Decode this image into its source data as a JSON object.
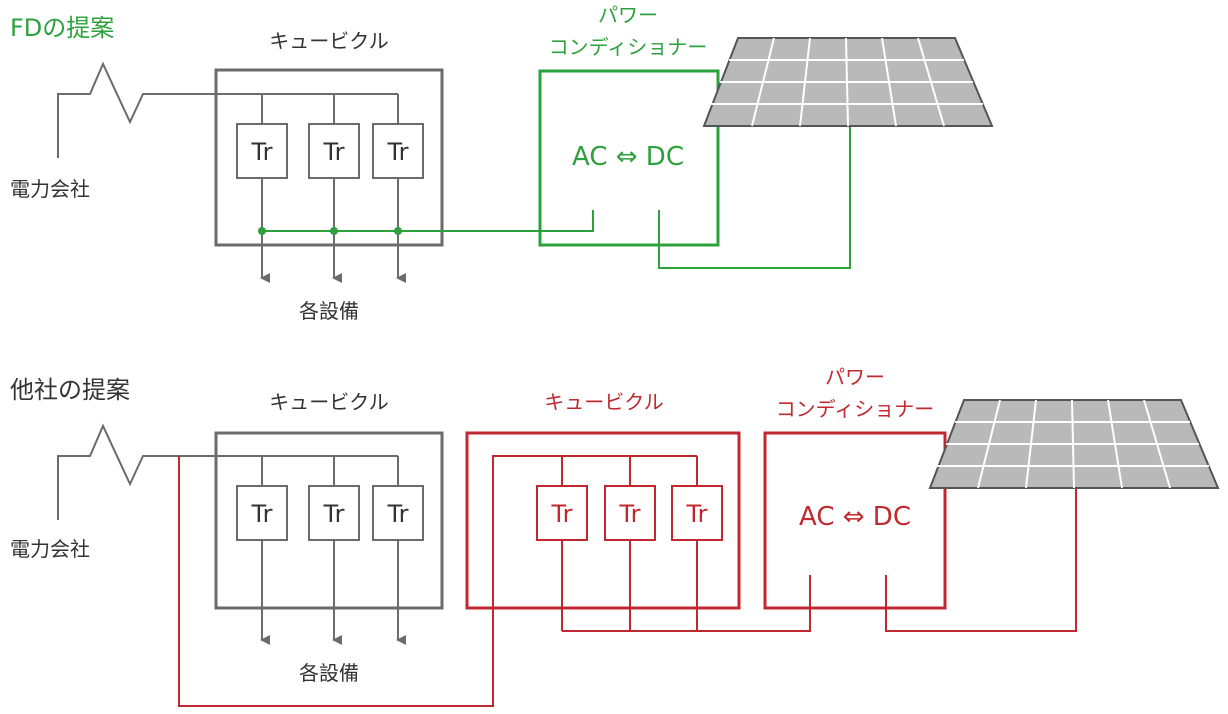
{
  "colors": {
    "fd": "#2ca13c",
    "other": "#c0292f",
    "gray": "#6b6b6b",
    "text": "#333333",
    "panel_frame": "#555555",
    "panel_fill": "#b9b9b9",
    "panel_cell": "#8d8d8d"
  },
  "fd": {
    "title": "FDの提案",
    "power_company": "電力会社",
    "cubicle_label": "キュービクル",
    "transformers": [
      "Tr",
      "Tr",
      "Tr"
    ],
    "equipment_label": "各設備",
    "pcs_label_line1": "パワー",
    "pcs_label_line2": "コンディショナー",
    "pcs_text": "AC ⇔ DC"
  },
  "other": {
    "title": "他社の提案",
    "power_company": "電力会社",
    "cubicle_label": "キュービクル",
    "transformers": [
      "Tr",
      "Tr",
      "Tr"
    ],
    "equipment_label": "各設備",
    "cubicle2_label": "キュービクル",
    "transformers2": [
      "Tr",
      "Tr",
      "Tr"
    ],
    "pcs_label_line1": "パワー",
    "pcs_label_line2": "コンディショナー",
    "pcs_text": "AC ⇔ DC"
  }
}
